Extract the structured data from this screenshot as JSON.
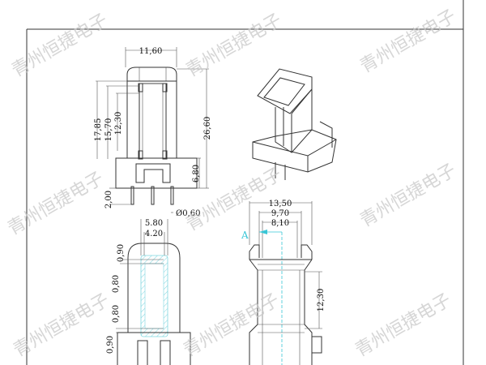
{
  "watermark": "青州恒捷电子",
  "front_view": {
    "width": "11,60",
    "height_total": "26,60",
    "h1": "17,85",
    "h2": "15,70",
    "h3": "12,30",
    "base_height": "6,80",
    "pin_length": "2,00",
    "pin_diameter": "Ø0,60"
  },
  "section_view": {
    "outer_width": "5.80",
    "inner_width": "4.20",
    "top_flange_gap": "0,90",
    "top_flange_thickness": "0,80",
    "bottom_flange_thickness": "0,80",
    "bottom_flange_gap": "0,90"
  },
  "side_view": {
    "width_total": "13,50",
    "width_mid": "9,70",
    "width_inner": "8,10",
    "winding_height": "12,30",
    "section_marker": "A"
  },
  "colors": {
    "section_marker": "#39c6d6"
  }
}
